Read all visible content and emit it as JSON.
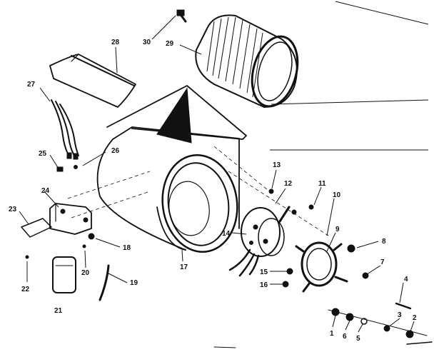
{
  "part_numbers": {
    "p1": "1",
    "p2": "2",
    "p3": "3",
    "p4": "4",
    "p5": "5",
    "p6": "6",
    "p7": "7",
    "p8": "8",
    "p9": "9",
    "p10": "10",
    "p11": "11",
    "p12": "12",
    "p13": "13",
    "p14": "14",
    "p15": "15",
    "p16": "16",
    "p17": "17",
    "p18": "18",
    "p19": "19",
    "p20": "20",
    "p21": "21",
    "p22": "22",
    "p23": "23",
    "p24": "24",
    "p25": "25",
    "p26": "26",
    "p27": "27",
    "p28": "28",
    "p29": "29",
    "p30": "30"
  }
}
